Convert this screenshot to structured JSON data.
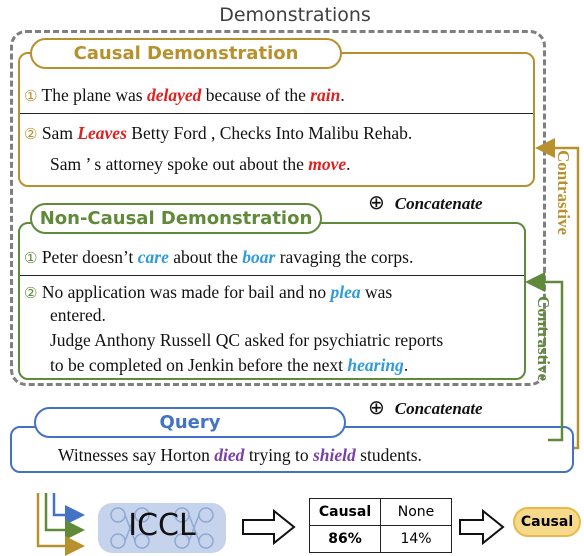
{
  "title": "Demonstrations",
  "causal": {
    "label": "Causal Demonstration",
    "ex1": {
      "num": "①",
      "pre": "The plane was ",
      "w1": "delayed",
      "mid": " because of the ",
      "w2": "rain",
      "post": "."
    },
    "ex2": {
      "num": "②",
      "pre": "Sam ",
      "w1": "Leaves",
      "mid": " Betty Ford , Checks Into Malibu Rehab.",
      "line2_pre": "Sam ’ s attorney  spoke out about the ",
      "w2": "move",
      "post": "."
    }
  },
  "noncausal": {
    "label": "Non-Causal Demonstration",
    "ex1": {
      "num": "①",
      "pre": "Peter doesn’t ",
      "w1": "care",
      "mid": " about the ",
      "w2": "boar",
      "post": " ravaging the corps."
    },
    "ex2": {
      "num": "②",
      "line1_pre": "No application was made for bail and no ",
      "w1": "plea",
      "line1_post": " was",
      "line2": "entered.",
      "line3": "Judge Anthony Russell QC asked for psychiatric reports",
      "line4_pre": "to be completed on Jenkin before the next ",
      "w2": "hearing",
      "post": "."
    }
  },
  "concatenate": {
    "symbol": "⊕",
    "label": "Concatenate"
  },
  "contrastive_label": "Contrastive",
  "query": {
    "label": "Query",
    "pre": "Witnesses say Horton ",
    "w1": "died",
    "mid": " trying to ",
    "w2": "shield",
    "post": " students."
  },
  "model": {
    "label": "ICCL"
  },
  "result": {
    "headers": [
      "Causal",
      "None"
    ],
    "values": [
      "86%",
      "14%"
    ]
  },
  "output": "Causal",
  "colors": {
    "causal": "#b8912f",
    "noncausal": "#5f8a3a",
    "query": "#4472c4",
    "red": "#e02020",
    "blue": "#2f9bd8",
    "purple": "#7a3fa6"
  }
}
